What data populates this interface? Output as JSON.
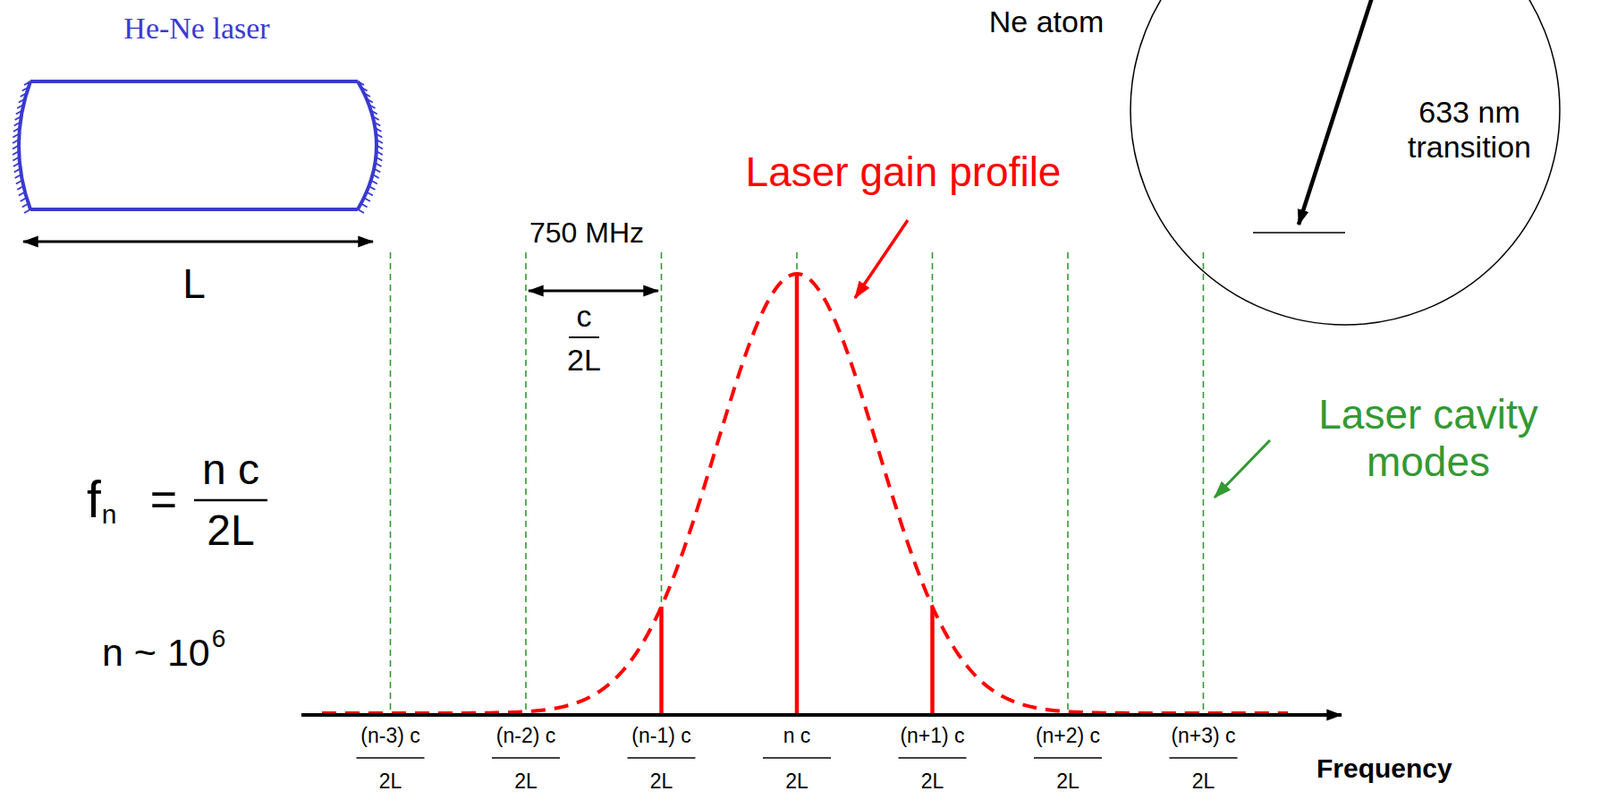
{
  "diagram": {
    "nodes": [
      {
        "text": [
          "He-Ne laser"
        ]
      },
      {
        "text": [
          "Ne atom",
          "633 nm transition"
        ]
      }
    ],
    "labels": [
      "L",
      "750 MHz",
      "c",
      "2L",
      "f",
      "n",
      "=",
      "n c",
      "2L",
      "n ~ 10",
      "6",
      "Laser gain profile",
      "Laser cavity modes",
      "(n-3) c",
      "2L",
      "(n-2) c",
      "2L",
      "(n-1) c",
      "2L",
      "n c",
      "2L",
      "(n+1) c",
      "2L",
      "(n+2) c",
      "2L",
      "(n+3) c",
      "2L",
      "Frequency"
    ]
  }
}
